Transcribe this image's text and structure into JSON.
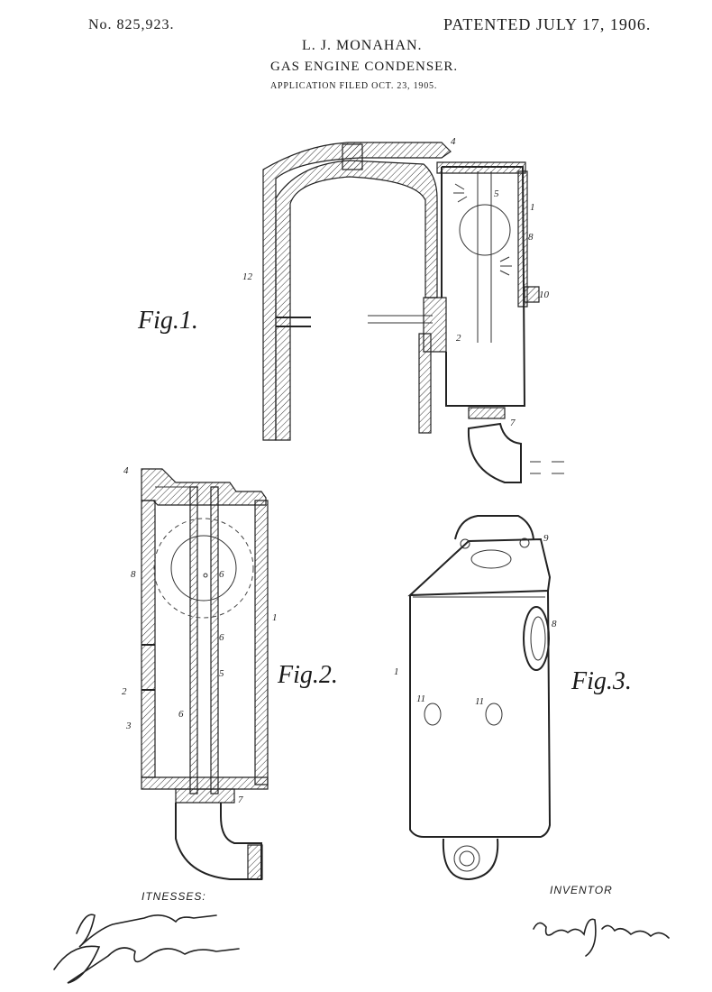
{
  "header": {
    "patent_number": "No. 825,923.",
    "patented_date": "PATENTED JULY 17, 1906.",
    "inventor_name": "L. J. MONAHAN.",
    "title": "GAS ENGINE CONDENSER.",
    "application_filed": "APPLICATION FILED OCT. 23, 1905."
  },
  "figures": {
    "fig1_label": "Fig.1.",
    "fig2_label": "Fig.2.",
    "fig3_label": "Fig.3."
  },
  "reference_numerals": {
    "fig1": [
      "4",
      "1",
      "5",
      "8",
      "12",
      "10",
      "2",
      "7"
    ],
    "fig2": [
      "4",
      "8",
      "6",
      "1",
      "6",
      "5",
      "2",
      "3",
      "6",
      "7"
    ],
    "fig3": [
      "9",
      "8",
      "1",
      "11",
      "11"
    ]
  },
  "signatures": {
    "witnesses_label": "ITNESSES:",
    "inventor_label": "INVENTOR"
  }
}
